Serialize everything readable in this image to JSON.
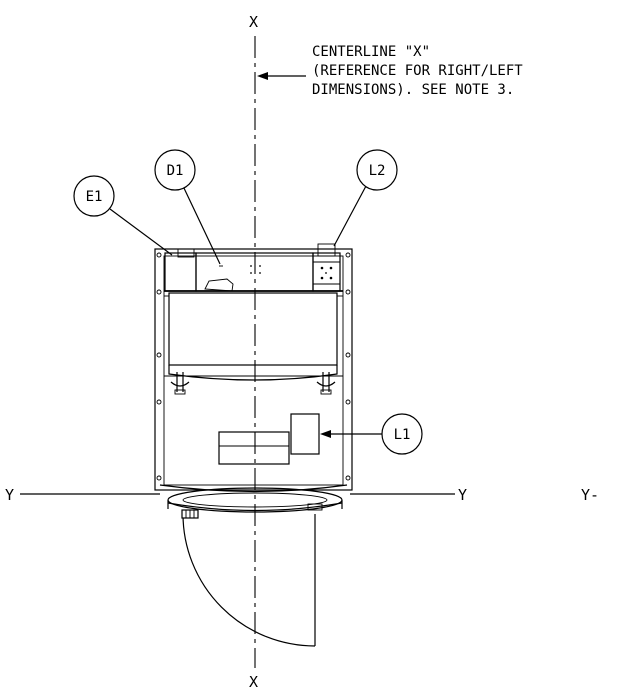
{
  "axes": {
    "x_top": "X",
    "x_bottom": "X",
    "y_left": "Y",
    "y_right": "Y",
    "y_far_right": "Y-"
  },
  "note": {
    "line1": "CENTERLINE \"X\"",
    "line2": "(REFERENCE FOR RIGHT/LEFT",
    "line3": "DIMENSIONS). SEE NOTE 3."
  },
  "callouts": {
    "e1": "E1",
    "d1": "D1",
    "l2": "L2",
    "l1": "L1"
  }
}
